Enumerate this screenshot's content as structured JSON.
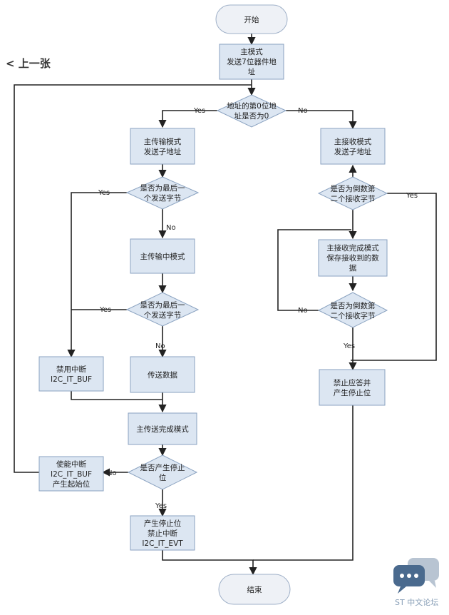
{
  "nav": {
    "back_label": "< 上一张"
  },
  "flowchart": {
    "nodes": [
      {
        "id": "start",
        "kind": "terminal",
        "lines": [
          "开始"
        ]
      },
      {
        "id": "master",
        "kind": "process",
        "lines": [
          "主模式",
          "发送7位器件地",
          "址"
        ]
      },
      {
        "id": "addr_bit0",
        "kind": "decision",
        "lines": [
          "地址的第0位地",
          "址是否为0"
        ]
      },
      {
        "id": "tx_mode",
        "kind": "process",
        "lines": [
          "主传输模式",
          "发送子地址"
        ]
      },
      {
        "id": "rx_mode",
        "kind": "process",
        "lines": [
          "主接收模式",
          "发送子地址"
        ]
      },
      {
        "id": "last_tx_1",
        "kind": "decision",
        "lines": [
          "是否为最后一",
          "个发送字节"
        ]
      },
      {
        "id": "rx_second_last_1",
        "kind": "decision",
        "lines": [
          "是否为倒数第",
          "二个接收字节"
        ]
      },
      {
        "id": "tx_int",
        "kind": "process",
        "lines": [
          "主传输中模式"
        ]
      },
      {
        "id": "rx_done",
        "kind": "process",
        "lines": [
          "主接收完成模式",
          "保存接收到的数",
          "据"
        ]
      },
      {
        "id": "last_tx_2",
        "kind": "decision",
        "lines": [
          "是否为最后一",
          "个发送字节"
        ]
      },
      {
        "id": "rx_second_last_2",
        "kind": "decision",
        "lines": [
          "是否为倒数第",
          "二个接收字节"
        ]
      },
      {
        "id": "disable_int",
        "kind": "process",
        "lines": [
          "禁用中断",
          "I2C_IT_BUF"
        ]
      },
      {
        "id": "send_data",
        "kind": "process",
        "lines": [
          "传送数据"
        ]
      },
      {
        "id": "nack_stop",
        "kind": "process",
        "lines": [
          "禁止应答并",
          "产生停止位"
        ]
      },
      {
        "id": "tx_done",
        "kind": "process",
        "lines": [
          "主传送完成模式"
        ]
      },
      {
        "id": "enable_int",
        "kind": "process",
        "lines": [
          "使能中断",
          "I2C_IT_BUF",
          "产生起始位"
        ]
      },
      {
        "id": "gen_stop_q",
        "kind": "decision",
        "lines": [
          "是否产生停止",
          "位"
        ]
      },
      {
        "id": "stop_disable",
        "kind": "process",
        "lines": [
          "产生停止位",
          "禁止中断",
          "I2C_IT_EVT"
        ]
      },
      {
        "id": "end",
        "kind": "terminal",
        "lines": [
          "结束"
        ]
      }
    ],
    "edge_labels": [
      {
        "id": "yes_addr",
        "text": "Yes"
      },
      {
        "id": "no_addr",
        "text": "No"
      },
      {
        "id": "yes_last1",
        "text": "Yes"
      },
      {
        "id": "no_last1",
        "text": "No"
      },
      {
        "id": "yes_rx1",
        "text": "Yes"
      },
      {
        "id": "yes_last2",
        "text": "Yes"
      },
      {
        "id": "no_last2",
        "text": "No"
      },
      {
        "id": "no_rx2",
        "text": "No"
      },
      {
        "id": "yes_rx2",
        "text": "Yes"
      },
      {
        "id": "no_stop",
        "text": "No"
      },
      {
        "id": "yes_stop",
        "text": "Yes"
      }
    ]
  },
  "brand": {
    "text": "ST 中文论坛",
    "color": "#8aa0b8",
    "icon": "chat-bubbles-icon"
  }
}
